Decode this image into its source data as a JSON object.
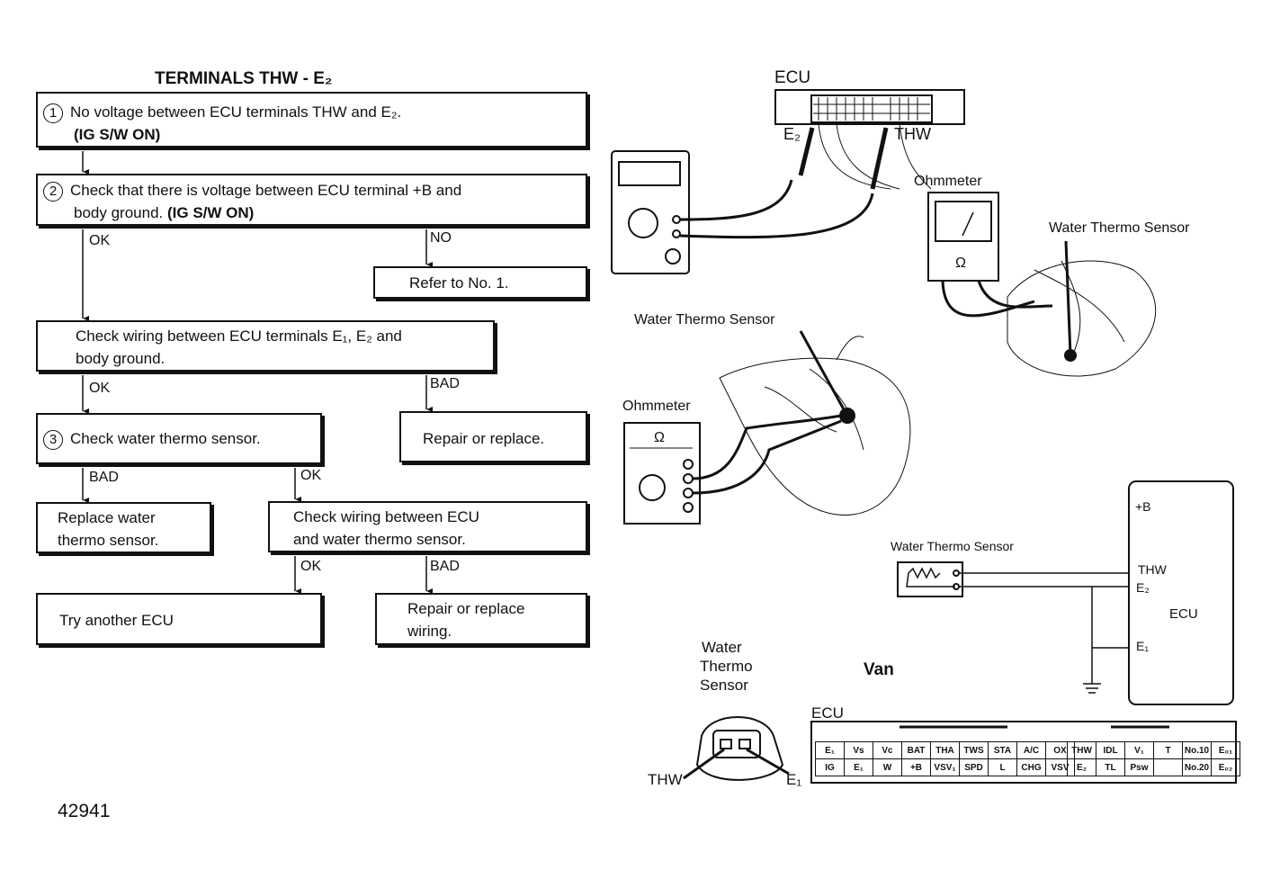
{
  "flowchart": {
    "title": "TERMINALS THW - E₂",
    "step1": {
      "num": "1",
      "text": "No voltage between ECU terminals THW and E₂.",
      "note": "(IG S/W ON)"
    },
    "step2": {
      "num": "2",
      "line1": "Check that there is voltage between ECU terminal +B and",
      "line2": "body ground.",
      "note": "(IG S/W ON)"
    },
    "no_label": "NO",
    "ok_label": "OK",
    "bad_label": "BAD",
    "refer": "Refer to No. 1.",
    "check_wiring_1": {
      "line1": "Check wiring between ECU terminals E₁, E₂ and",
      "line2": "body ground."
    },
    "repair_replace": "Repair or replace.",
    "step3": {
      "num": "3",
      "text": "Check water thermo sensor."
    },
    "replace_sensor": {
      "line1": "Replace water",
      "line2": "thermo sensor."
    },
    "check_wiring_2": {
      "line1": "Check wiring between ECU",
      "line2": "and water thermo sensor."
    },
    "try_ecu": "Try another ECU",
    "repair_wiring": {
      "line1": "Repair or replace",
      "line2": "wiring."
    }
  },
  "figure_number": "42941",
  "illustrations": {
    "ecu_label": "ECU",
    "e2": "E₂",
    "thw": "THW",
    "ohmmeter": "Ohmmeter",
    "ohm_symbol": "Ω",
    "water_thermo_sensor": "Water Thermo Sensor",
    "plus_b": "+B",
    "e1": "E₁",
    "van": "Van",
    "water": "Water",
    "thermo": "Thermo",
    "sensor": "Sensor"
  },
  "ecu_connector": {
    "left_rows": [
      [
        "E₁",
        "Vs",
        "Vc",
        "BAT",
        "THA",
        "TWS",
        "STA",
        "A/C",
        "OX"
      ],
      [
        "IG",
        "E₁",
        "W",
        "+B",
        "VSV₁",
        "SPD",
        "L",
        "CHG",
        "VSV"
      ]
    ],
    "right_rows": [
      [
        "THW",
        "IDL",
        "V₁",
        "T",
        "No.10",
        "E₀₁"
      ],
      [
        "E₂",
        "TL",
        "Psw",
        "",
        "No.20",
        "E₀₂"
      ]
    ]
  }
}
